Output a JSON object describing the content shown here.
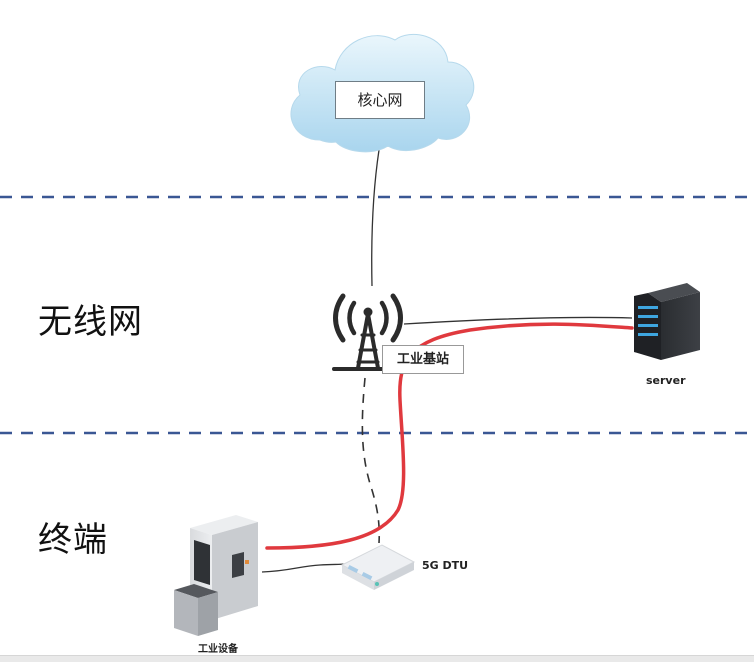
{
  "zones": [
    {
      "id": "wireless",
      "label": "无线网"
    },
    {
      "id": "terminal",
      "label": "终端"
    }
  ],
  "nodes": {
    "core_network": {
      "label": "核心网",
      "icon": "cloud-icon"
    },
    "base_station": {
      "label": "工业基站",
      "icon": "cell-tower-icon"
    },
    "server": {
      "label": "server",
      "icon": "server-rack-icon"
    },
    "dtu": {
      "label": "5G DTU",
      "icon": "router-box-icon"
    },
    "industrial_device": {
      "label": "工业设备",
      "icon": "industrial-machine-icon"
    }
  },
  "links": [
    {
      "from": "core_network",
      "to": "base_station",
      "style": "solid",
      "color": "#333333"
    },
    {
      "from": "base_station",
      "to": "server",
      "style": "solid",
      "color": "#333333"
    },
    {
      "from": "base_station",
      "to": "dtu",
      "style": "dashed",
      "color": "#333333"
    },
    {
      "from": "industrial_device",
      "to": "dtu",
      "style": "solid",
      "color": "#333333"
    },
    {
      "from": "industrial_device",
      "to": "server",
      "style": "solid-thick",
      "color": "#e0393e"
    }
  ],
  "colors": {
    "divider": "#3a5794",
    "highlight_path": "#e0393e",
    "cloud": "#bfe0f2"
  }
}
